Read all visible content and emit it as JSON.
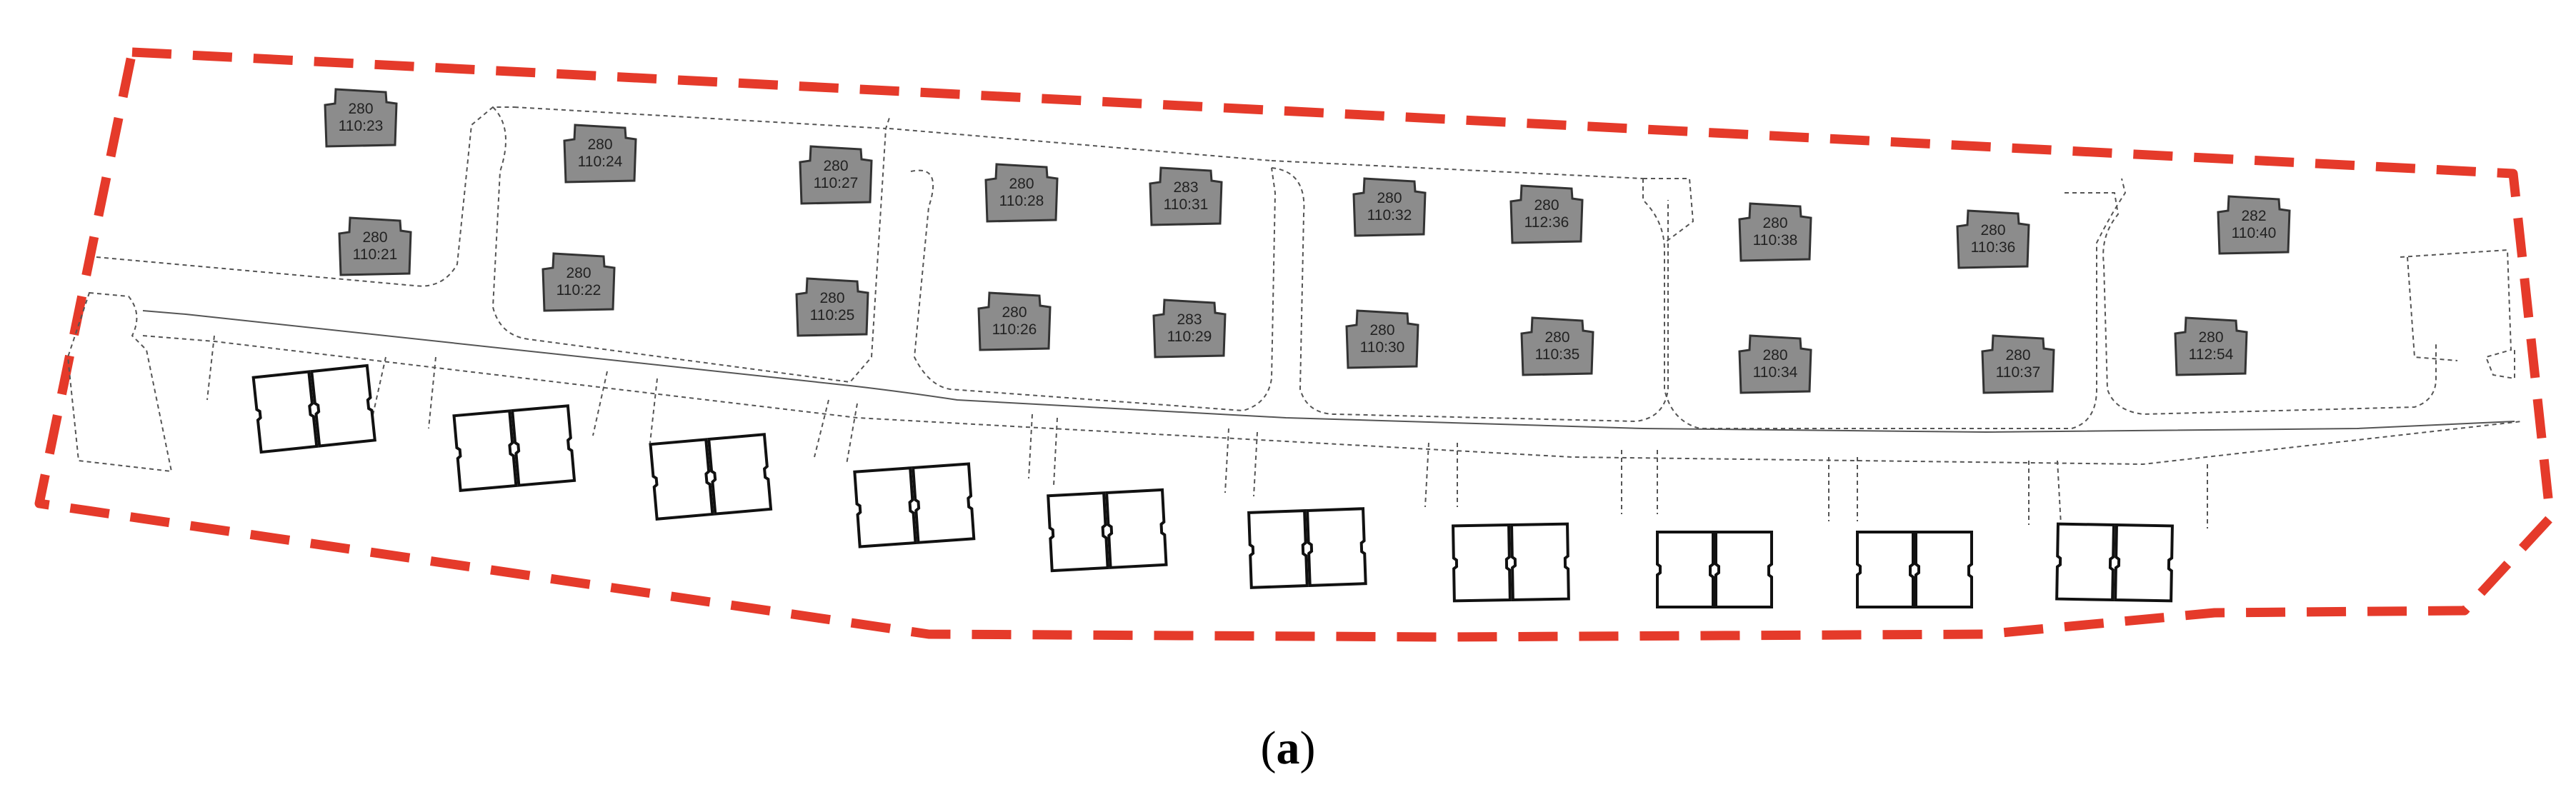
{
  "caption": {
    "open": "(",
    "letter": "a",
    "close": ")"
  },
  "colors": {
    "boundary": "#e53a2a",
    "existing_building_fill": "#8c8c8c",
    "existing_building_stroke": "#333333",
    "new_building_stroke": "#111111",
    "path_line": "#555555"
  },
  "existing_buildings": [
    {
      "line1": "280",
      "line2": "110:23"
    },
    {
      "line1": "280",
      "line2": "110:21"
    },
    {
      "line1": "280",
      "line2": "110:24"
    },
    {
      "line1": "280",
      "line2": "110:22"
    },
    {
      "line1": "280",
      "line2": "110:27"
    },
    {
      "line1": "280",
      "line2": "110:25"
    },
    {
      "line1": "280",
      "line2": "110:28"
    },
    {
      "line1": "280",
      "line2": "110:26"
    },
    {
      "line1": "283",
      "line2": "110:31"
    },
    {
      "line1": "283",
      "line2": "110:29"
    },
    {
      "line1": "280",
      "line2": "110:32"
    },
    {
      "line1": "280",
      "line2": "110:30"
    },
    {
      "line1": "280",
      "line2": "112:36"
    },
    {
      "line1": "280",
      "line2": "110:35"
    },
    {
      "line1": "280",
      "line2": "110:38"
    },
    {
      "line1": "280",
      "line2": "110:34"
    },
    {
      "line1": "280",
      "line2": "110:36"
    },
    {
      "line1": "280",
      "line2": "110:37"
    },
    {
      "line1": "282",
      "line2": "110:40"
    },
    {
      "line1": "280",
      "line2": "112:54"
    }
  ],
  "new_building_pairs_count": 10
}
